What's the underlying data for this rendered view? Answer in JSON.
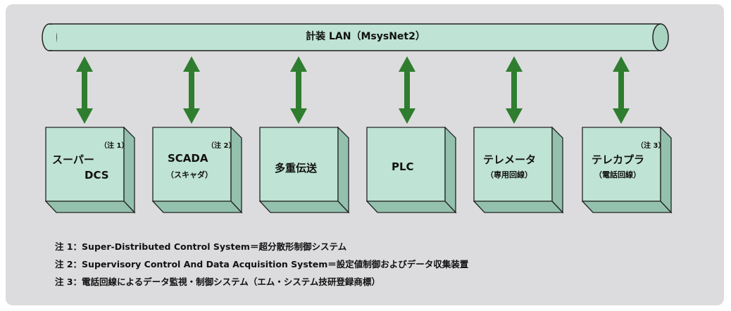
{
  "bus": {
    "label": "計装 LAN（MsysNet2）"
  },
  "modules": [
    {
      "title_line1": "スーパー",
      "title_line2": "DCS",
      "note": "（注 1）"
    },
    {
      "title_line1": "SCADA",
      "subtitle": "（スキャダ）",
      "note": "（注 2）"
    },
    {
      "title_line1": "多重伝送"
    },
    {
      "title_line1": "PLC"
    },
    {
      "title_line1": "テレメータ",
      "subtitle": "（専用回線）"
    },
    {
      "title_line1": "テレカプラ",
      "subtitle": "（電話回線）",
      "note": "（注 3）"
    }
  ],
  "notes": [
    "注 1：Super-Distributed Control System＝超分散形制御システム",
    "注 2：Supervisory Control And Data Acquisition System＝設定値制御およびデータ収集装置",
    "注 3：電話回線によるデータ監視・制御システム（エム・システム技研登録商標）"
  ],
  "colors": {
    "bus_fill": "#bfe3d4",
    "box_front": "#bfe3d4",
    "box_side": "#93c1ae",
    "arrow": "#2f7d2f"
  }
}
